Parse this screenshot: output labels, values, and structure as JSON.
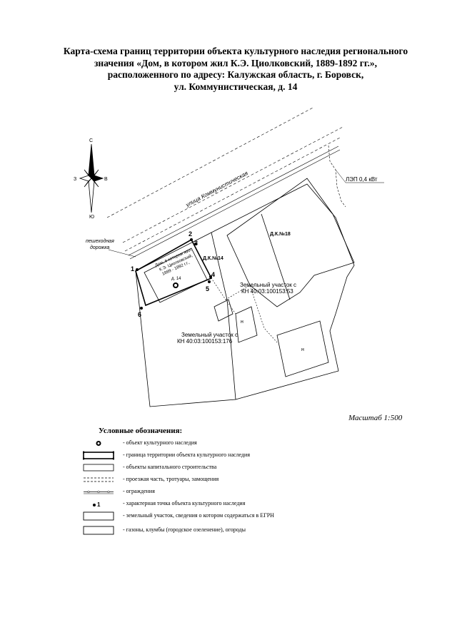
{
  "title": {
    "line1": "Карта-схема границ территории объекта культурного наследия  регионального",
    "line2": "значения «Дом, в котором жил К.Э. Циолковский, 1889-1892 гг.»,",
    "line3": "расположенного по адресу: Калужская область, г. Боровск,",
    "line4": "ул. Коммунистическая, д. 14"
  },
  "compass": {
    "north": "С",
    "south": "Ю",
    "west": "З",
    "east": "В"
  },
  "map": {
    "street_label": "улица Коммунистическая",
    "power_line_label": "ЛЭП 0,4 кВт",
    "footpath_label_1": "пешеходная",
    "footpath_label_2": "дорожка",
    "house_line1": "Дом, в котором жил",
    "house_line2": "К.Э. Циолковский,",
    "house_line3": "1889 - 1892 г.г.,",
    "house_line4": "д. 14",
    "house_14_label": "Д.К.№14",
    "house_18_label": "Д.К.№18",
    "plot_a_line1": "Земельный участок с",
    "plot_a_line2": "КН 40:03:100153:53",
    "plot_b_line1": "Земельный участок с",
    "plot_b_line2": "КН 40:03:100153:176",
    "point_1": "1",
    "point_2": "2",
    "point_3": "3",
    "point_4": "4",
    "point_5": "5",
    "point_6": "6",
    "n_label_1": "н",
    "n_label_2": "н"
  },
  "scale_label": "Масштаб 1:500",
  "legend": {
    "title": "Условные обозначения:",
    "items": [
      "- объект культурного наследия",
      "- граница территории объекта культурного наследия",
      "- объекты капитального строительства",
      "- проезжая часть, тротуары, замощения",
      "- ограждения",
      "- характерная точка объекта культурного наследия",
      "- земельный участок, сведения о котором содержаться в ЕГРН",
      "- газоны, клумбы (городское озеленение), огороды"
    ],
    "point_symbol_label": "1"
  }
}
